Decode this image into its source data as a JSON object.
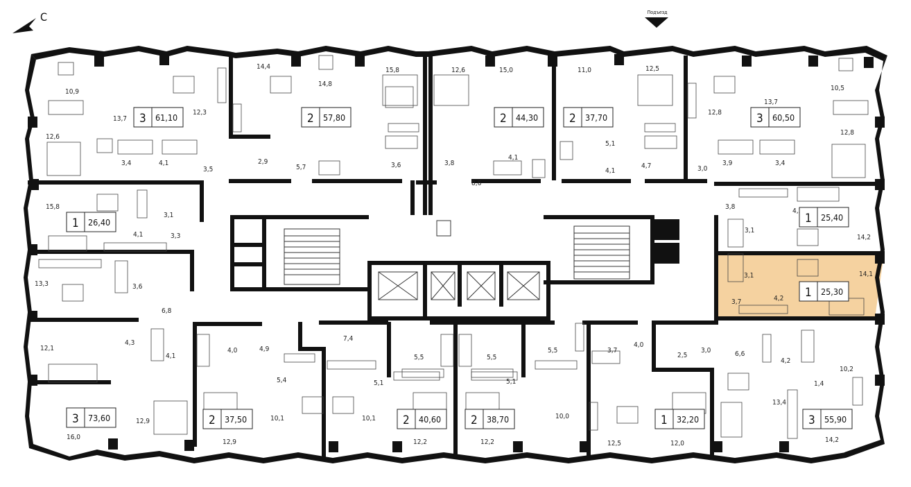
{
  "compass": {
    "label": "С"
  },
  "entrance": {
    "label": "Подъезд"
  },
  "apartments": [
    {
      "id": "a1",
      "rooms": "3",
      "area": "61,10",
      "highlight": false
    },
    {
      "id": "a2",
      "rooms": "2",
      "area": "57,80",
      "highlight": false
    },
    {
      "id": "a3",
      "rooms": "2",
      "area": "44,30",
      "highlight": false
    },
    {
      "id": "a4",
      "rooms": "2",
      "area": "37,70",
      "highlight": false
    },
    {
      "id": "a5",
      "rooms": "3",
      "area": "60,50",
      "highlight": false
    },
    {
      "id": "a6",
      "rooms": "1",
      "area": "26,40",
      "highlight": false
    },
    {
      "id": "a7",
      "rooms": "1",
      "area": "25,40",
      "highlight": false
    },
    {
      "id": "a8",
      "rooms": "1",
      "area": "25,30",
      "highlight": true
    },
    {
      "id": "a9",
      "rooms": "3",
      "area": "73,60",
      "highlight": false
    },
    {
      "id": "a10",
      "rooms": "2",
      "area": "37,50",
      "highlight": false
    },
    {
      "id": "a11",
      "rooms": "2",
      "area": "40,60",
      "highlight": false
    },
    {
      "id": "a12",
      "rooms": "2",
      "area": "38,70",
      "highlight": false
    },
    {
      "id": "a13",
      "rooms": "1",
      "area": "32,20",
      "highlight": false
    },
    {
      "id": "a14",
      "rooms": "3",
      "area": "55,90",
      "highlight": false
    }
  ],
  "room_areas": [
    "10,9",
    "13,7",
    "12,3",
    "14,4",
    "14,8",
    "15,8",
    "12,6",
    "15,0",
    "11,0",
    "12,5",
    "13,7",
    "10,5",
    "12,8",
    "12,6",
    "12,8",
    "3,4",
    "4,1",
    "3,5",
    "2,9",
    "5,7",
    "3,6",
    "3,8",
    "8,6",
    "4,1",
    "5,1",
    "4,1",
    "4,7",
    "3,0",
    "3,9",
    "3,4",
    "15,8",
    "3,1",
    "4,1",
    "3,3",
    "3,8",
    "4,2",
    "3,1",
    "14,2",
    "13,3",
    "3,6",
    "6,8",
    "3,1",
    "14,1",
    "3,7",
    "4,2",
    "12,1",
    "4,3",
    "4,1",
    "4,0",
    "4,9",
    "7,4",
    "5,5",
    "5,5",
    "5,5",
    "3,7",
    "4,0",
    "2,5",
    "3,0",
    "6,6",
    "4,2",
    "5,4",
    "5,1",
    "5,1",
    "10,2",
    "1,4",
    "13,4",
    "16,0",
    "12,9",
    "10,1",
    "10,1",
    "10,0",
    "12,9",
    "12,2",
    "12,2",
    "12,5",
    "12,0",
    "14,2"
  ],
  "colors": {
    "wall": "#111111",
    "highlight": "#F4CD96",
    "line": "#333333"
  }
}
